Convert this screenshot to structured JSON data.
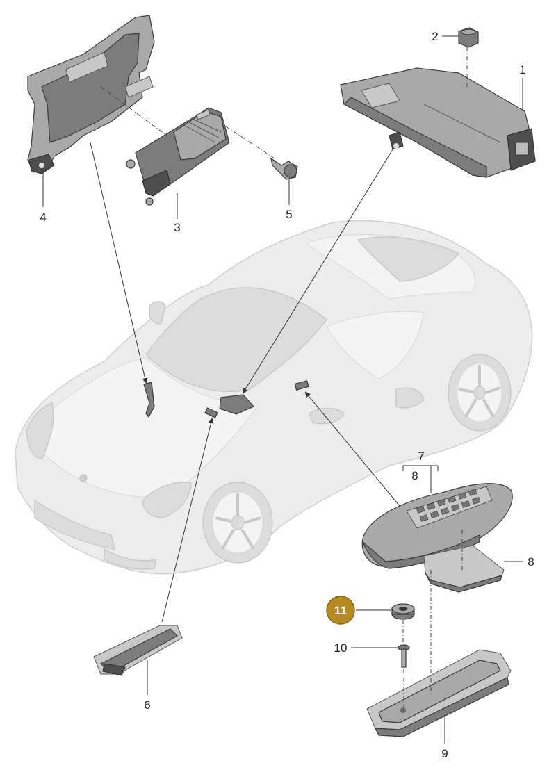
{
  "callouts": {
    "c1": "1",
    "c2": "2",
    "c3": "3",
    "c4": "4",
    "c5": "5",
    "c6": "6",
    "c7": "7",
    "c8a": "8",
    "c8b": "8",
    "c9": "9",
    "c10": "10",
    "c11": "11"
  },
  "colors": {
    "highlight_badge": "#b58a22",
    "part_fill": "#7c7c7c",
    "car_fill": "#ececec"
  }
}
